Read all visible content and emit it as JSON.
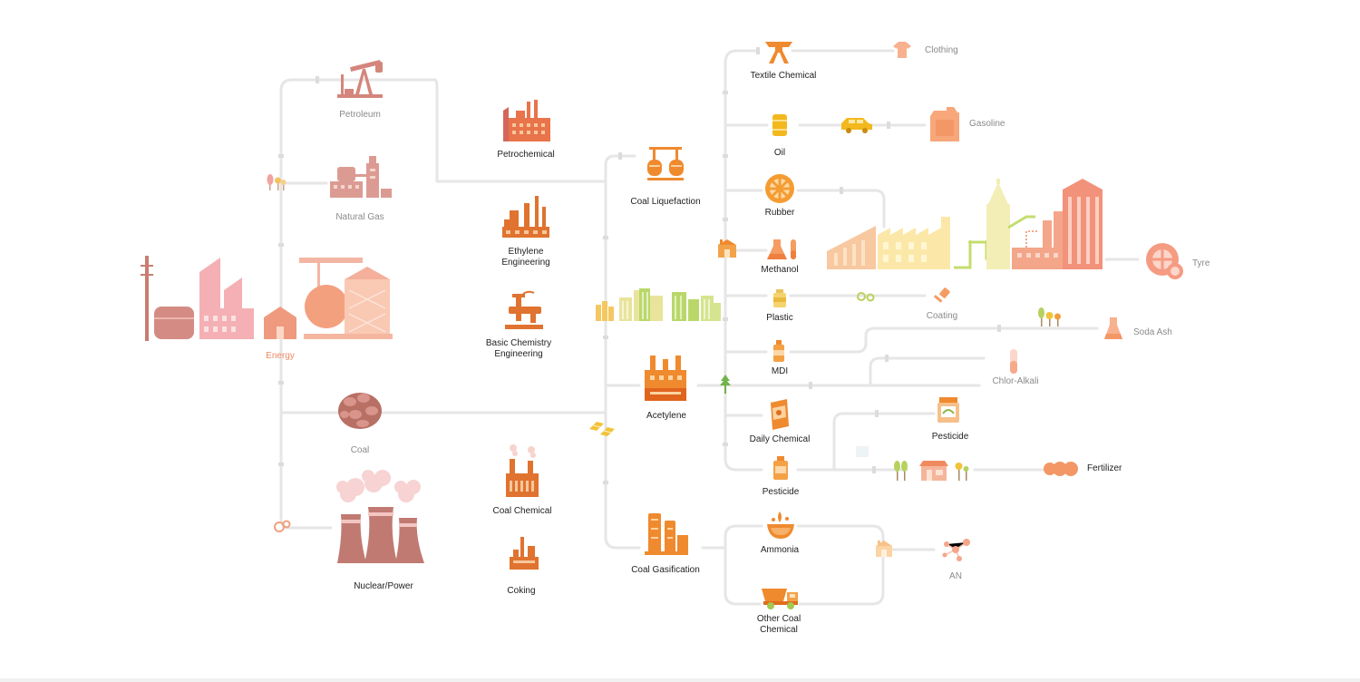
{
  "colors": {
    "line": "#e6e6e6",
    "orange": "#ef8a2f",
    "dark_orange": "#e06c1d",
    "pink": "#f0b0b0",
    "rose": "#d98d86",
    "peach": "#f5a97c",
    "yellow": "#f2c33a",
    "green": "#a9cf55",
    "energy_text": "#ee8a63"
  },
  "labels": {
    "petroleum": "Petroleum",
    "natural_gas": "Natural Gas",
    "energy": "Energy",
    "coal": "Coal",
    "nuclear_power": "Nuclear/Power",
    "petrochemical": "Petrochemical",
    "ethylene": "Ethylene\nEngineering",
    "basic_chem": "Basic Chemistry\nEngineering",
    "coal_chemical": "Coal Chemical",
    "coking": "Coking",
    "coal_liquefaction": "Coal Liquefaction",
    "acetylene": "Acetylene",
    "coal_gasification": "Coal Gasification",
    "textile_chemical": "Textile Chemical",
    "oil": "Oil",
    "rubber": "Rubber",
    "methanol": "Methanol",
    "plastic": "Plastic",
    "mdi": "MDI",
    "daily_chemical": "Daily Chemical",
    "pesticide_mid": "Pesticide",
    "ammonia": "Ammonia",
    "other_coal_chemical": "Other Coal\nChemical",
    "clothing": "Clothing",
    "gasoline": "Gasoline",
    "tyre": "Tyre",
    "coating": "Coating",
    "soda_ash": "Soda Ash",
    "chlor_alkali": "Chlor-Alkali",
    "pesticide_right": "Pesticide",
    "fertilizer": "Fertilizer",
    "an": "AN"
  }
}
